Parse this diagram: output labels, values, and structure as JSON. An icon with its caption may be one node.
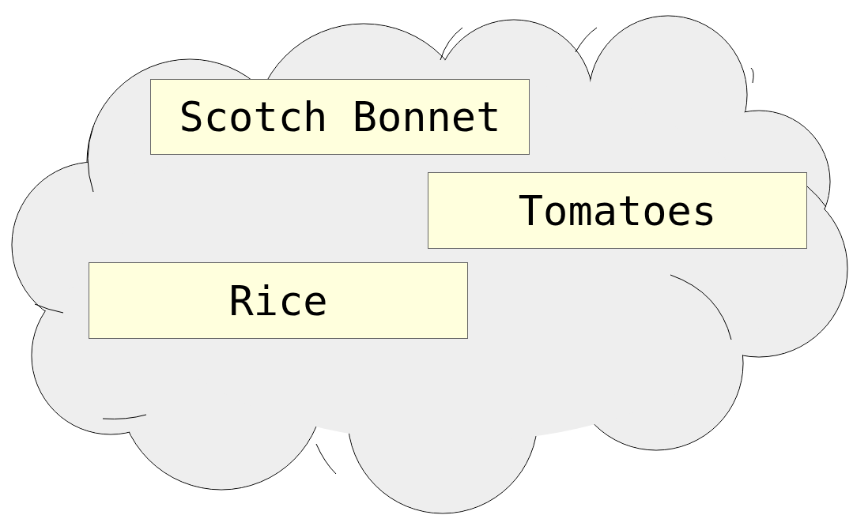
{
  "diagram": {
    "nodes": [
      {
        "text": [],
        "shape": "cloud"
      },
      {
        "text": [
          "Scotch Bonnet"
        ],
        "in": 0
      },
      {
        "text": [
          "Tomatoes"
        ],
        "in": 0
      },
      {
        "text": [
          "Rice"
        ],
        "in": 0
      }
    ]
  }
}
